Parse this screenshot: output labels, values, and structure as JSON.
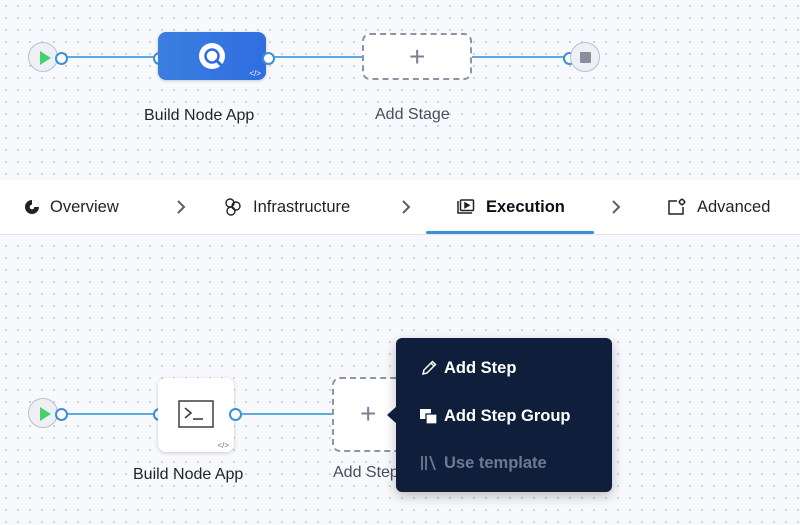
{
  "pipeline": {
    "stage_label": "Build Node App",
    "add_stage_label": "Add Stage"
  },
  "tabs": [
    {
      "label": "Overview",
      "icon": "overview-icon"
    },
    {
      "label": "Infrastructure",
      "icon": "infrastructure-icon"
    },
    {
      "label": "Execution",
      "icon": "execution-icon",
      "active": true
    },
    {
      "label": "Advanced",
      "icon": "advanced-icon"
    }
  ],
  "execution": {
    "step_label": "Build Node App",
    "add_step_label": "Add Step"
  },
  "menu": {
    "items": [
      {
        "label": "Add Step",
        "icon": "pencil-icon",
        "enabled": true
      },
      {
        "label": "Add Step Group",
        "icon": "step-group-icon",
        "enabled": true
      },
      {
        "label": "Use template",
        "icon": "template-icon",
        "enabled": false
      }
    ]
  },
  "colors": {
    "accent": "#3d8fd6",
    "stage_gradient_start": "#3a7fe0",
    "start_green": "#47d16c",
    "menu_bg": "#0f1f3b"
  }
}
